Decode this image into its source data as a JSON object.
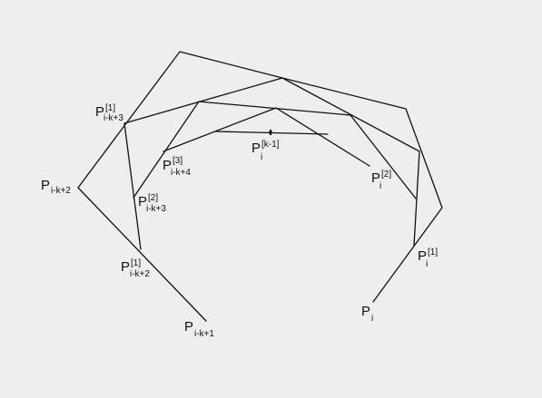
{
  "labels": {
    "p_ik1": {
      "base": "P",
      "sub": "i-k+1"
    },
    "p_ik2": {
      "base": "P",
      "sub": "i-k+2"
    },
    "p1_ik3": {
      "base": "P",
      "sup": "[1]",
      "sub": "i-k+3"
    },
    "p1_ik2": {
      "base": "P",
      "sup": "[1]",
      "sub": "i-k+2"
    },
    "p2_ik3": {
      "base": "P",
      "sup": "[2]",
      "sub": "i-k+3"
    },
    "p3_ik4": {
      "base": "P",
      "sup": "[3]",
      "sub": "i-k+4"
    },
    "pk1_i": {
      "base": "P",
      "sup": "[k-1]",
      "sub": "i"
    },
    "p2_i": {
      "base": "P",
      "sup": "[2]",
      "sub": "i"
    },
    "p1_i": {
      "base": "P",
      "sup": "[1]",
      "sub": "i"
    },
    "p_i": {
      "base": "P",
      "sub": "i"
    }
  },
  "colors": {
    "background": "#eeeeee",
    "stroke": "#111111"
  }
}
